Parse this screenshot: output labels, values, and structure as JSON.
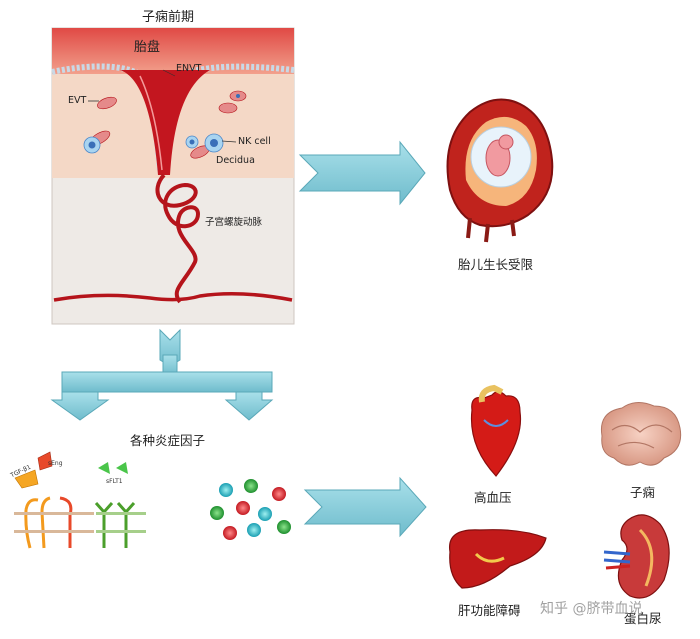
{
  "diagram": {
    "title": "子痫前期",
    "placenta_label": "胎盘",
    "envt_label": "ENVT",
    "evt_label": "EVT",
    "nk_label": "NK cell",
    "decidua_label": "Decidua",
    "spiral_label": "子宫螺旋动脉",
    "fgr_label": "胎儿生长受限",
    "inflammatory_label": "各种炎症因子",
    "hypertension_label": "高血压",
    "eclampsia_label": "子痫",
    "liver_label": "肝功能障碍",
    "proteinuria_label": "蛋白尿",
    "receptor_labels": {
      "tgf": "TGF-β1",
      "eng": "sEng",
      "flt": "sFLT1"
    },
    "watermark": "知乎 @脐带血说"
  },
  "colors": {
    "arrow": "#8fd3df",
    "placenta_red": "#d8433d",
    "decidua": "#f4d8c6",
    "artery": "#b5141b"
  }
}
